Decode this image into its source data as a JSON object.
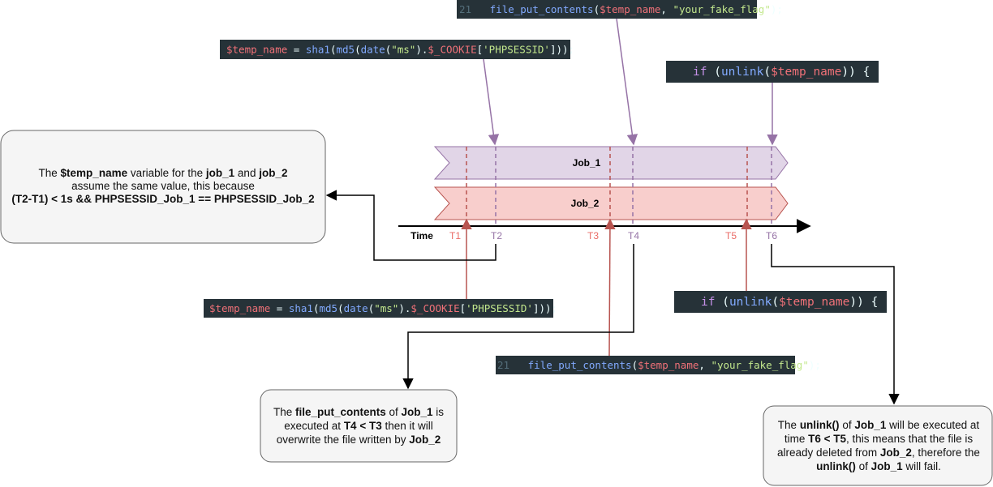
{
  "colors": {
    "code_bg": "#263238",
    "var": "#f07178",
    "func": "#82aaff",
    "str": "#c3e88d",
    "punct": "#eeffff",
    "keyword": "#c792ea",
    "linenum": "#546e7a",
    "job1_fill": "#e1d5e7",
    "job1_stroke": "#9673a6",
    "job2_fill": "#f8cecc",
    "job2_stroke": "#b85450",
    "job1_tick": "#9673a6",
    "job2_tick": "#b85450",
    "job2_label": "#ea6b66",
    "note_fill": "#f5f5f5",
    "note_stroke": "#666666"
  },
  "code": {
    "sha1_top": [
      {
        "t": "$temp_name",
        "c": "var"
      },
      {
        "t": " = ",
        "c": "punct"
      },
      {
        "t": "sha1",
        "c": "func"
      },
      {
        "t": "(",
        "c": "punct"
      },
      {
        "t": "md5",
        "c": "func"
      },
      {
        "t": "(",
        "c": "punct"
      },
      {
        "t": "date",
        "c": "func"
      },
      {
        "t": "(",
        "c": "punct"
      },
      {
        "t": "\"ms\"",
        "c": "str"
      },
      {
        "t": ").",
        "c": "punct"
      },
      {
        "t": "$_COOKIE",
        "c": "var"
      },
      {
        "t": "[",
        "c": "punct"
      },
      {
        "t": "'PHPSESSID'",
        "c": "str"
      },
      {
        "t": "]));",
        "c": "punct"
      }
    ],
    "sha1_bottom": [
      {
        "t": "$temp_name",
        "c": "var"
      },
      {
        "t": " = ",
        "c": "punct"
      },
      {
        "t": "sha1",
        "c": "func"
      },
      {
        "t": "(",
        "c": "punct"
      },
      {
        "t": "md5",
        "c": "func"
      },
      {
        "t": "(",
        "c": "punct"
      },
      {
        "t": "date",
        "c": "func"
      },
      {
        "t": "(",
        "c": "punct"
      },
      {
        "t": "\"ms\"",
        "c": "str"
      },
      {
        "t": ").",
        "c": "punct"
      },
      {
        "t": "$_COOKIE",
        "c": "var"
      },
      {
        "t": "[",
        "c": "punct"
      },
      {
        "t": "'PHPSESSID'",
        "c": "str"
      },
      {
        "t": "]));",
        "c": "punct"
      }
    ],
    "fpc_top": [
      {
        "t": "21",
        "c": "linenum"
      },
      {
        "t": "   ",
        "c": "punct"
      },
      {
        "t": "file_put_contents",
        "c": "func"
      },
      {
        "t": "(",
        "c": "punct"
      },
      {
        "t": "$temp_name",
        "c": "var"
      },
      {
        "t": ", ",
        "c": "punct"
      },
      {
        "t": "\"your_fake_flag\"",
        "c": "str"
      },
      {
        "t": ");",
        "c": "punct"
      }
    ],
    "fpc_bottom": [
      {
        "t": "21",
        "c": "linenum"
      },
      {
        "t": "   ",
        "c": "punct"
      },
      {
        "t": "file_put_contents",
        "c": "func"
      },
      {
        "t": "(",
        "c": "punct"
      },
      {
        "t": "$temp_name",
        "c": "var"
      },
      {
        "t": ", ",
        "c": "punct"
      },
      {
        "t": "\"your_fake_flag\"",
        "c": "str"
      },
      {
        "t": ");",
        "c": "punct"
      }
    ],
    "unlink_top": [
      {
        "t": "if",
        "c": "keyword"
      },
      {
        "t": " (",
        "c": "punct"
      },
      {
        "t": "unlink",
        "c": "func"
      },
      {
        "t": "(",
        "c": "punct"
      },
      {
        "t": "$temp_name",
        "c": "var"
      },
      {
        "t": ")) {",
        "c": "punct"
      }
    ],
    "unlink_bottom": [
      {
        "t": "if",
        "c": "keyword"
      },
      {
        "t": " (",
        "c": "punct"
      },
      {
        "t": "unlink",
        "c": "func"
      },
      {
        "t": "(",
        "c": "punct"
      },
      {
        "t": "$temp_name",
        "c": "var"
      },
      {
        "t": ")) {",
        "c": "punct"
      }
    ]
  },
  "timeline": {
    "axis_label": "Time",
    "job1_label": "Job_1",
    "job2_label": "Job_2",
    "job2_ticks": [
      "T1",
      "T3",
      "T5"
    ],
    "job1_ticks": [
      "T2",
      "T4",
      "T6"
    ]
  },
  "notes": {
    "left": [
      [
        {
          "t": "The "
        },
        {
          "t": "$temp_name",
          "b": true
        },
        {
          "t": " variable for the "
        },
        {
          "t": "job_1",
          "b": true
        },
        {
          "t": " and "
        },
        {
          "t": "job_2",
          "b": true
        }
      ],
      [
        {
          "t": "assume the same value, this because"
        }
      ],
      [
        {
          "t": "(T2-T1) < 1s && PHPSESSID_Job_1 == PHPSESSID_Job_2",
          "b": true
        }
      ]
    ],
    "middle": [
      [
        {
          "t": "The "
        },
        {
          "t": "file_put_contents",
          "b": true
        },
        {
          "t": " of "
        },
        {
          "t": "Job_1",
          "b": true
        },
        {
          "t": " is"
        }
      ],
      [
        {
          "t": "executed at "
        },
        {
          "t": "T4 < T3",
          "b": true
        },
        {
          "t": " then it will"
        }
      ],
      [
        {
          "t": "overwrite the file written by "
        },
        {
          "t": "Job_2",
          "b": true
        }
      ]
    ],
    "right": [
      [
        {
          "t": "The "
        },
        {
          "t": "unlink()",
          "b": true
        },
        {
          "t": " of "
        },
        {
          "t": "Job_1",
          "b": true
        },
        {
          "t": " will be executed at"
        }
      ],
      [
        {
          "t": "time "
        },
        {
          "t": "T6 < T5",
          "b": true
        },
        {
          "t": ", this means that the file is"
        }
      ],
      [
        {
          "t": "already deleted from "
        },
        {
          "t": "Job_2",
          "b": true
        },
        {
          "t": ", therefore the"
        }
      ],
      [
        {
          "t": "unlink()",
          "b": true
        },
        {
          "t": " of "
        },
        {
          "t": "Job_1",
          "b": true
        },
        {
          "t": " will fail."
        }
      ]
    ]
  }
}
